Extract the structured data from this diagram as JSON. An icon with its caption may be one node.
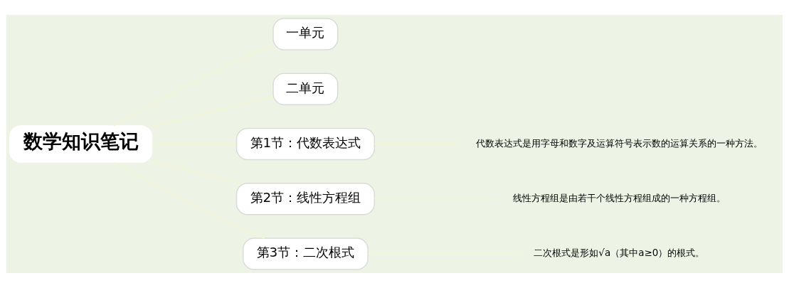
{
  "diagram": {
    "nodes": [
      {
        "text": [
          "数学知识笔记"
        ]
      },
      {
        "text": [
          "一单元"
        ]
      },
      {
        "text": [
          "二单元"
        ]
      },
      {
        "text": [
          "第1节：代数表达式"
        ]
      },
      {
        "text": [
          "第2节：线性方程组"
        ]
      },
      {
        "text": [
          "第3节：二次根式"
        ]
      },
      {
        "text": [
          "代数表达式是用字母和数字及运算符号表示数的运算关系的一种方法。"
        ]
      },
      {
        "text": [
          "线性方程组是由若干个线性方程组成的一种方程组。"
        ]
      },
      {
        "text": [
          "二次根式是形如√a（其中a≥0）的根式。"
        ]
      }
    ],
    "edges": [
      {
        "from": 0,
        "to": 1,
        "arrow": "none"
      },
      {
        "from": 0,
        "to": 2,
        "arrow": "none"
      },
      {
        "from": 0,
        "to": 3,
        "arrow": "none"
      },
      {
        "from": 0,
        "to": 4,
        "arrow": "none"
      },
      {
        "from": 0,
        "to": 5,
        "arrow": "none"
      },
      {
        "from": 3,
        "to": 6,
        "arrow": "none"
      },
      {
        "from": 4,
        "to": 7,
        "arrow": "none"
      },
      {
        "from": 5,
        "to": 8,
        "arrow": "none"
      }
    ]
  }
}
